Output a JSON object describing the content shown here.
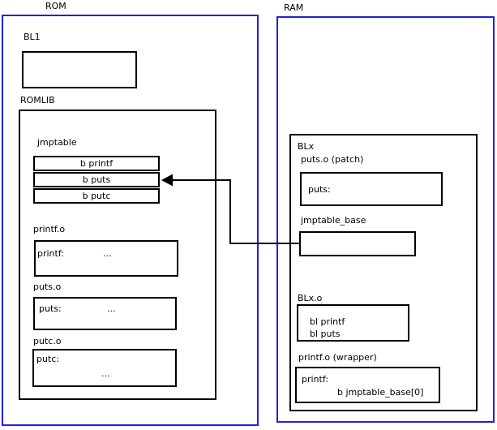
{
  "colors": {
    "frame_blue": "#2121de",
    "box_border": "#000000",
    "background": "#ffffff",
    "text": "#000000"
  },
  "rom": {
    "label": "ROM",
    "bl1": {
      "label": "BL1"
    },
    "romlib": {
      "label": "ROMLIB",
      "jmptable": {
        "label": "jmptable",
        "rows": [
          "b printf",
          "b puts",
          "b putc"
        ]
      },
      "printf_o": {
        "label": "printf.o",
        "symbol": "printf:",
        "body": "..."
      },
      "puts_o": {
        "label": "puts.o",
        "symbol": "puts:",
        "body": "..."
      },
      "putc_o": {
        "label": "putc.o",
        "symbol": "putc:",
        "body": "..."
      }
    }
  },
  "ram": {
    "label": "RAM",
    "blx": {
      "label": "BLx",
      "puts_patch": {
        "label": "puts.o (patch)",
        "symbol": "puts:"
      },
      "jmptable_base": {
        "label": "jmptable_base"
      },
      "blx_o": {
        "label": "BLx.o",
        "lines": [
          "bl printf",
          "bl puts"
        ]
      },
      "printf_wrapper": {
        "label": "printf.o (wrapper)",
        "symbol": "printf:",
        "body": "b jmptable_base[0]"
      }
    }
  },
  "connector": {
    "description": "arrow from jmptable_base (RAM) to jmptable b puts entry (ROM)"
  }
}
